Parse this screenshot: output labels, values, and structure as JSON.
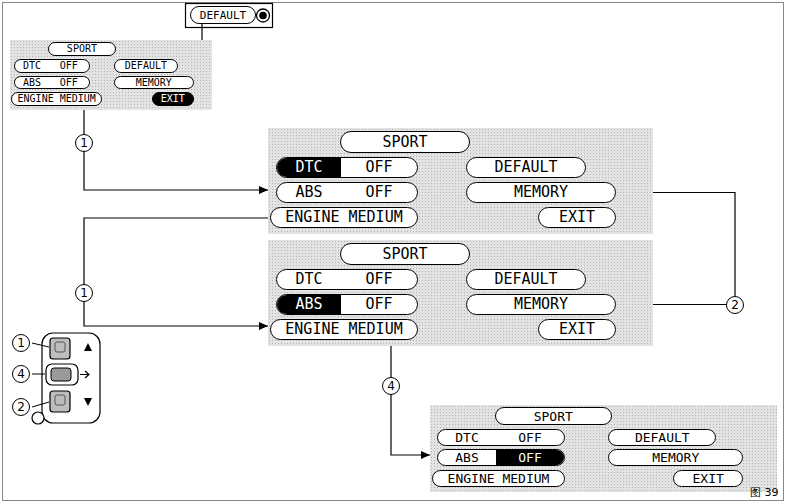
{
  "diagram": {
    "nodes": [
      {
        "text": [
          "DEFAULT"
        ]
      },
      {
        "text": [
          "SPORT"
        ]
      },
      {
        "text": [
          "DTC",
          "OFF"
        ],
        "in": 1
      },
      {
        "text": [
          "ABS",
          "OFF"
        ],
        "in": 1
      },
      {
        "text": [
          "ENGINE MEDIUM"
        ],
        "in": 1
      },
      {
        "text": [
          "DEFAULT"
        ],
        "in": 1
      },
      {
        "text": [
          "MEMORY"
        ],
        "in": 1
      },
      {
        "text": [
          "EXIT"
        ],
        "in": 1
      },
      {
        "text": [
          "SPORT"
        ]
      },
      {
        "text": [
          "DTC",
          "OFF"
        ],
        "in": 8
      },
      {
        "text": [
          "ABS",
          "OFF"
        ],
        "in": 8
      },
      {
        "text": [
          "ENGINE MEDIUM"
        ],
        "in": 8
      },
      {
        "text": [
          "DEFAULT"
        ],
        "in": 8
      },
      {
        "text": [
          "MEMORY"
        ],
        "in": 8
      },
      {
        "text": [
          "EXIT"
        ],
        "in": 8
      },
      {
        "text": [
          "SPORT"
        ]
      },
      {
        "text": [
          "DTC",
          "OFF"
        ],
        "in": 15
      },
      {
        "text": [
          "ABS",
          "OFF"
        ],
        "in": 15
      },
      {
        "text": [
          "ENGINE MEDIUM"
        ],
        "in": 15
      },
      {
        "text": [
          "DEFAULT"
        ],
        "in": 15
      },
      {
        "text": [
          "MEMORY"
        ],
        "in": 15
      },
      {
        "text": [
          "EXIT"
        ],
        "in": 15
      },
      {
        "text": [
          "SPORT"
        ]
      },
      {
        "text": [
          "DTC",
          "OFF"
        ],
        "in": 22
      },
      {
        "text": [
          "ABS",
          "OFF"
        ],
        "in": 22
      },
      {
        "text": [
          "ENGINE MEDIUM"
        ],
        "in": 22
      },
      {
        "text": [
          "DEFAULT"
        ],
        "in": 22
      },
      {
        "text": [
          "MEMORY"
        ],
        "in": 22
      },
      {
        "text": [
          "EXIT"
        ],
        "in": 22
      }
    ],
    "edges": [
      {
        "from": 0,
        "to": 5,
        "arrow": "none"
      },
      {
        "from": 1,
        "to": 8,
        "label": "1",
        "arrow": "to"
      },
      {
        "from": 8,
        "to": 15,
        "label": "1",
        "arrow": "to"
      },
      {
        "from": 20,
        "to": 13,
        "label": "2",
        "arrow": "to"
      },
      {
        "from": 15,
        "to": 22,
        "label": "4",
        "arrow": "to"
      }
    ],
    "labels": [
      "1",
      "4",
      "2",
      "图 39"
    ]
  }
}
